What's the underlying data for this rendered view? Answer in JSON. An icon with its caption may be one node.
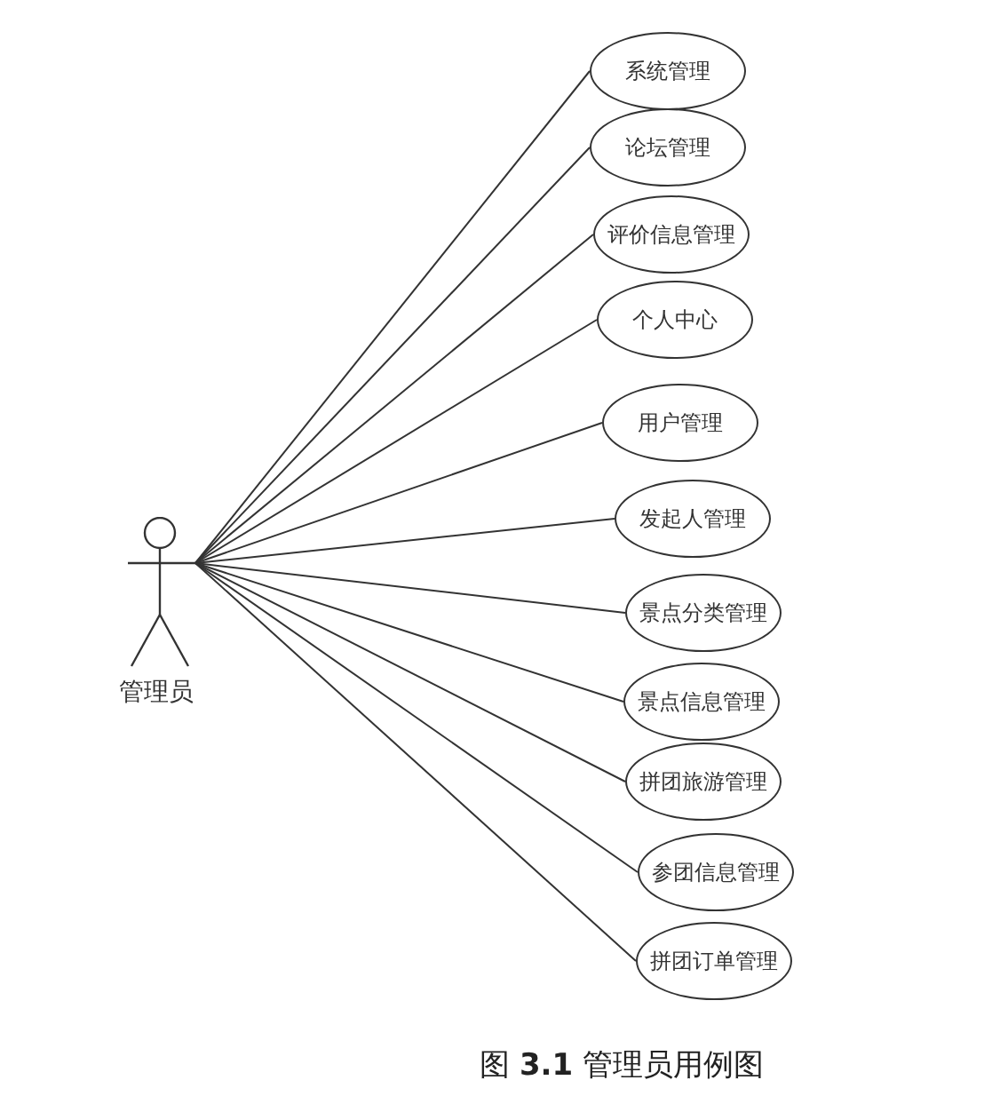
{
  "diagram": {
    "title": "图 **3.1** 管理员用例图",
    "nodes": [
      {
        "text": [
          "管理员"
        ]
      },
      {
        "text": [
          "系统管理"
        ]
      },
      {
        "text": [
          "论坛管理"
        ]
      },
      {
        "text": [
          "评价信息管理"
        ]
      },
      {
        "text": [
          "个人中心"
        ]
      },
      {
        "text": [
          "用户管理"
        ]
      },
      {
        "text": [
          "发起人管理"
        ]
      },
      {
        "text": [
          "景点分类管理"
        ]
      },
      {
        "text": [
          "景点信息管理"
        ]
      },
      {
        "text": [
          "拼团旅游管理"
        ]
      },
      {
        "text": [
          "参团信息管理"
        ]
      },
      {
        "text": [
          "拼团订单管理"
        ]
      }
    ],
    "edges": [
      {
        "from": 0,
        "to": 1,
        "arrow": "none"
      },
      {
        "from": 0,
        "to": 2,
        "arrow": "none"
      },
      {
        "from": 0,
        "to": 3,
        "arrow": "none"
      },
      {
        "from": 0,
        "to": 4,
        "arrow": "none"
      },
      {
        "from": 0,
        "to": 5,
        "arrow": "none"
      },
      {
        "from": 0,
        "to": 6,
        "arrow": "none"
      },
      {
        "from": 0,
        "to": 7,
        "arrow": "none"
      },
      {
        "from": 0,
        "to": 8,
        "arrow": "none"
      },
      {
        "from": 0,
        "to": 9,
        "arrow": "none"
      },
      {
        "from": 0,
        "to": 10,
        "arrow": "none"
      },
      {
        "from": 0,
        "to": 11,
        "arrow": "none"
      }
    ]
  }
}
